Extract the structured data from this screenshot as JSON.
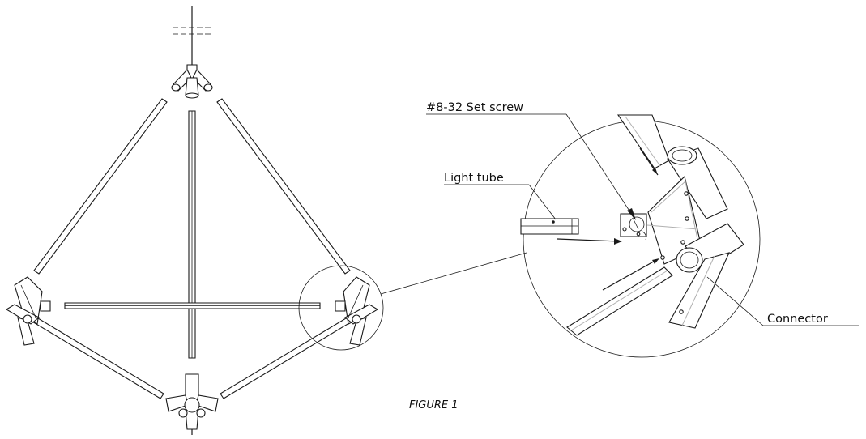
{
  "labels": {
    "set_screw": "#8-32 Set screw",
    "light_tube": "Light tube",
    "connector": "Connector",
    "caption": "FIGURE 1"
  }
}
